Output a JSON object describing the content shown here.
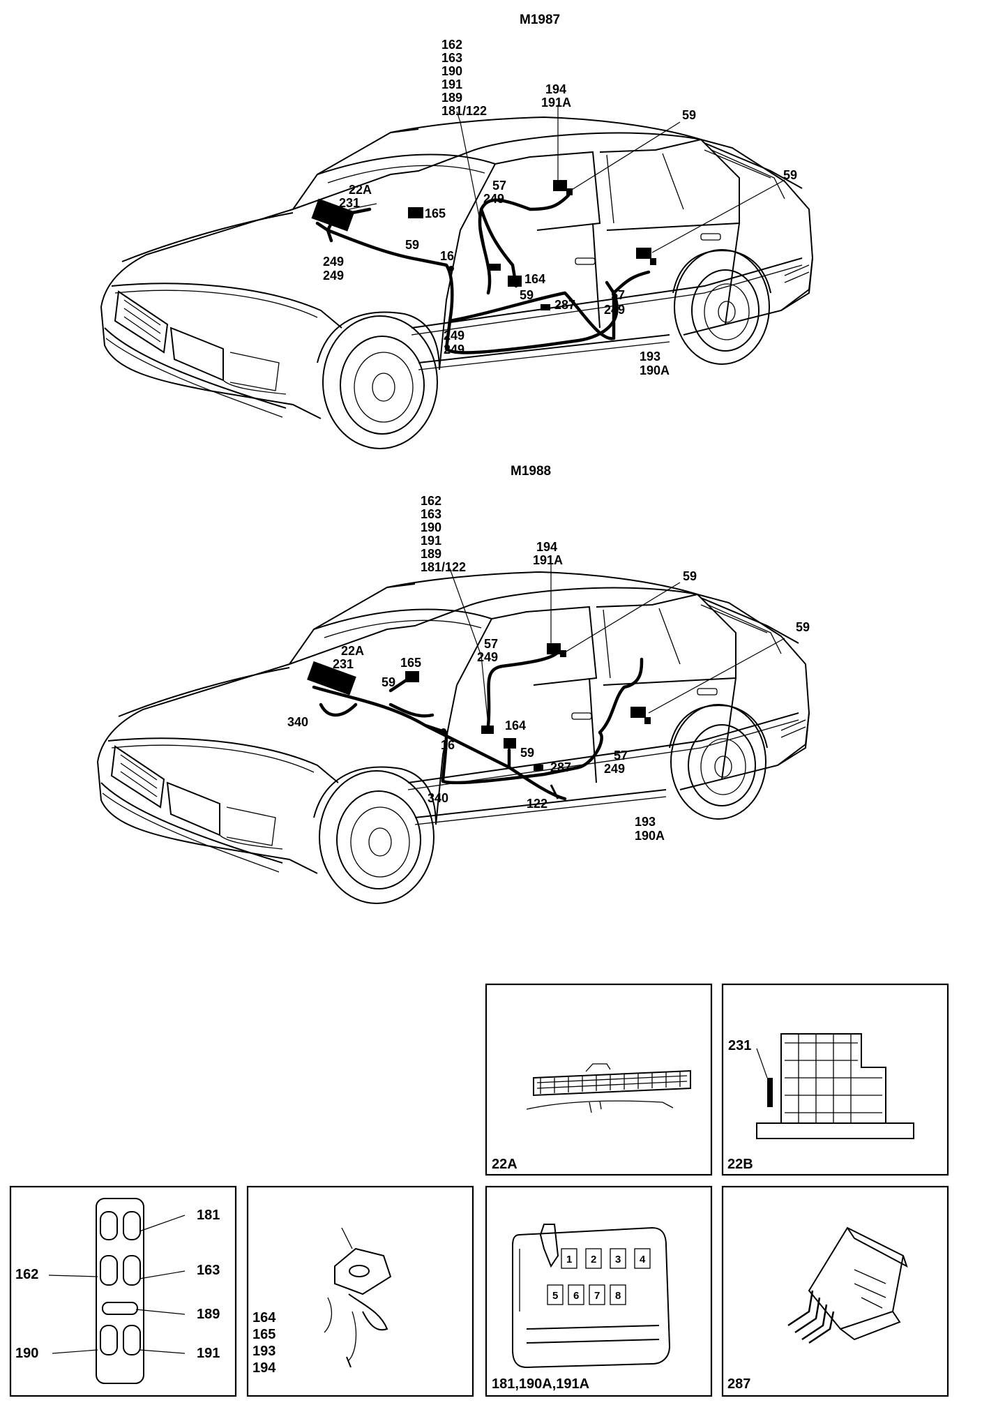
{
  "figures": [
    {
      "id": "M1987",
      "title": "M1987",
      "labels": {
        "switch_list": [
          "162",
          "163",
          "190",
          "191",
          "189",
          "181/122"
        ],
        "l_194_191a": [
          "194",
          "191A"
        ],
        "l_59_roof": "59",
        "l_59_rear": "59",
        "l_22a": "22A",
        "l_231": "231",
        "l_165": "165",
        "l_57": "57",
        "l_249_a": "249",
        "l_59_dash": "59",
        "l_249_b": [
          "249",
          "249"
        ],
        "l_16": "16",
        "l_164": "164",
        "l_59_door": "59",
        "l_287": "287",
        "l_57_249": [
          "57",
          "249"
        ],
        "l_249_c": [
          "249",
          "249"
        ],
        "l_193_190a": [
          "193",
          "190A"
        ]
      }
    },
    {
      "id": "M1988",
      "title": "M1988",
      "labels": {
        "switch_list": [
          "162",
          "163",
          "190",
          "191",
          "189",
          "181/122"
        ],
        "l_194_191a": [
          "194",
          "191A"
        ],
        "l_59_roof": "59",
        "l_59_rear": "59",
        "l_22a": "22A",
        "l_231": "231",
        "l_165": "165",
        "l_59_dash": "59",
        "l_57": "57",
        "l_249_a": "249",
        "l_340_a": "340",
        "l_164": "164",
        "l_16": "16",
        "l_59_door": "59",
        "l_287": "287",
        "l_57_249": [
          "57",
          "249"
        ],
        "l_340_b": "340",
        "l_122": "122",
        "l_193_190a": [
          "193",
          "190A"
        ]
      }
    }
  ],
  "detail_panels": [
    {
      "id": "22A",
      "caption": "22A"
    },
    {
      "id": "22B",
      "caption": "22B",
      "callout": "231"
    },
    {
      "id": "switches",
      "callouts_left": [
        "162",
        "190"
      ],
      "callouts_right": [
        "181",
        "163",
        "189",
        "191"
      ]
    },
    {
      "id": "motor",
      "caption_lines": [
        "164",
        "165",
        "193",
        "194"
      ]
    },
    {
      "id": "relay_box",
      "caption": "181,190A,191A",
      "slot_numbers": [
        "1",
        "2",
        "3",
        "4",
        "5",
        "6",
        "7",
        "8"
      ]
    },
    {
      "id": "relay_287",
      "caption": "287"
    }
  ]
}
